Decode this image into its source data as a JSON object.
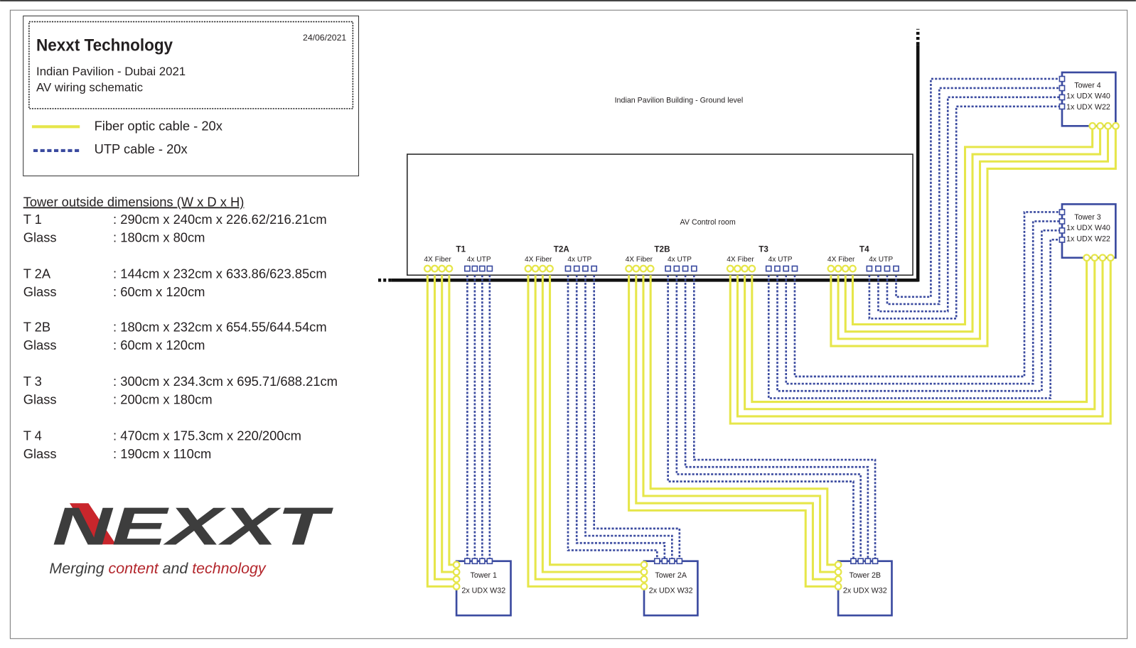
{
  "colors": {
    "fiber": "#e6e64a",
    "utp": "#3b4ba0",
    "logo_dark": "#3d3d3d",
    "logo_red": "#c9262c"
  },
  "header": {
    "company": "Nexxt  Technology",
    "date": "24/06/2021",
    "project": "Indian Pavilion - Dubai 2021",
    "subtitle": "AV wiring schematic"
  },
  "legend": [
    {
      "label": "Fiber optic cable - 20x",
      "type": "fiber"
    },
    {
      "label": "UTP cable - 20x",
      "type": "utp"
    }
  ],
  "dimensions": {
    "title": "Tower outside dimensions (W x D x H)",
    "rows": [
      {
        "label": "T 1",
        "value": ": 290cm x 240cm x 226.62/216.21cm"
      },
      {
        "label": "Glass",
        "value": ": 180cm x 80cm"
      },
      {
        "label": "T 2A",
        "value": ": 144cm x 232cm x 633.86/623.85cm"
      },
      {
        "label": "Glass",
        "value": ": 60cm x 120cm"
      },
      {
        "label": "T 2B",
        "value": ": 180cm x 232cm x 654.55/644.54cm"
      },
      {
        "label": "Glass",
        "value": ": 60cm x 120cm"
      },
      {
        "label": "T 3",
        "value": ": 300cm x 234.3cm x 695.71/688.21cm"
      },
      {
        "label": "Glass",
        "value": ": 200cm x 180cm"
      },
      {
        "label": "T 4",
        "value": ": 470cm x 175.3cm x 220/200cm"
      },
      {
        "label": "Glass",
        "value": ": 190cm x 110cm"
      }
    ]
  },
  "logo": {
    "wordmark": "NEXXT",
    "tagline": [
      "Merging ",
      "content",
      " and ",
      "technology"
    ]
  },
  "building": {
    "label": "Indian Pavilion Building - Ground level",
    "control_room": "AV Control room"
  },
  "panel_groups": [
    {
      "name": "T1",
      "fiber": "4X Fiber",
      "utp": "4x UTP"
    },
    {
      "name": "T2A",
      "fiber": "4X Fiber",
      "utp": "4x UTP"
    },
    {
      "name": "T2B",
      "fiber": "4X Fiber",
      "utp": "4x UTP"
    },
    {
      "name": "T3",
      "fiber": "4X Fiber",
      "utp": "4x UTP"
    },
    {
      "name": "T4",
      "fiber": "4X Fiber",
      "utp": "4x UTP"
    }
  ],
  "towers": [
    {
      "name": "Tower 1",
      "devices": [
        "2x UDX W32"
      ]
    },
    {
      "name": "Tower 2A",
      "devices": [
        "2x UDX W32"
      ]
    },
    {
      "name": "Tower 2B",
      "devices": [
        "2x UDX W32"
      ]
    },
    {
      "name": "Tower 3",
      "devices": [
        "1x UDX W40",
        "1x UDX W22"
      ]
    },
    {
      "name": "Tower 4",
      "devices": [
        "1x UDX W40",
        "1x UDX W22"
      ]
    }
  ]
}
